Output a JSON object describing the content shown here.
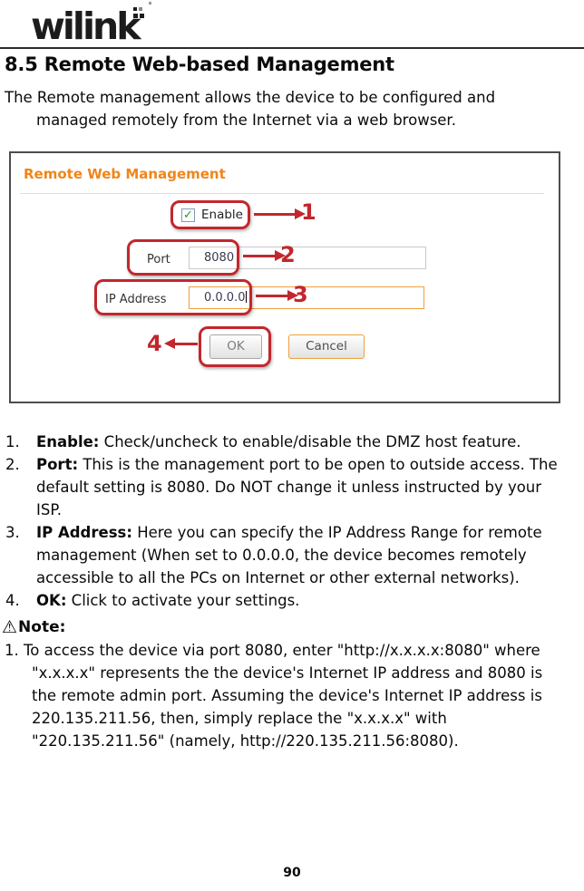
{
  "logo": {
    "text": "wilink"
  },
  "heading": "8.5 Remote Web-based Management",
  "intro": "The Remote management allows the device to be configured and managed remotely from the Internet via a web browser.",
  "screenshot": {
    "title": "Remote Web Management",
    "enable_label": "Enable",
    "checkbox_checked": "✓",
    "port_label": "Port",
    "port_value": "8080",
    "ip_label": "IP Address",
    "ip_value": "0.0.0.0",
    "ok_label": "OK",
    "cancel_label": "Cancel",
    "callouts": [
      "1",
      "2",
      "3",
      "4"
    ],
    "title_color": "#f08519",
    "annotation_color": "#c1272d",
    "focused_input_border": "#efa03c"
  },
  "steps": [
    {
      "num": "1.",
      "term": "Enable:",
      "text": "Check/uncheck to enable/disable the DMZ host feature."
    },
    {
      "num": "2.",
      "term": "Port:",
      "text": "This is the management port to be open to outside access. The default setting is 8080. Do NOT change it unless instructed by your ISP."
    },
    {
      "num": "3.",
      "term": "IP Address:",
      "text": "Here you can specify the IP Address Range for remote management (When set to 0.0.0.0, the device becomes remotely accessible to all the PCs on Internet or other external networks)."
    },
    {
      "num": "4.",
      "term": "OK:",
      "text": "Click to activate your settings."
    }
  ],
  "note": {
    "warn_icon": "⚠",
    "label": "Note:",
    "items": [
      "1. To access the device via port 8080, enter \"http://x.x.x.x:8080\" where \"x.x.x.x\" represents the the device's Internet IP address and 8080 is the remote admin port. Assuming the device's Internet IP address is 220.135.211.56, then, simply replace the \"x.x.x.x\" with \"220.135.211.56\" (namely, http://220.135.211.56:8080)."
    ]
  },
  "page_number": "90"
}
